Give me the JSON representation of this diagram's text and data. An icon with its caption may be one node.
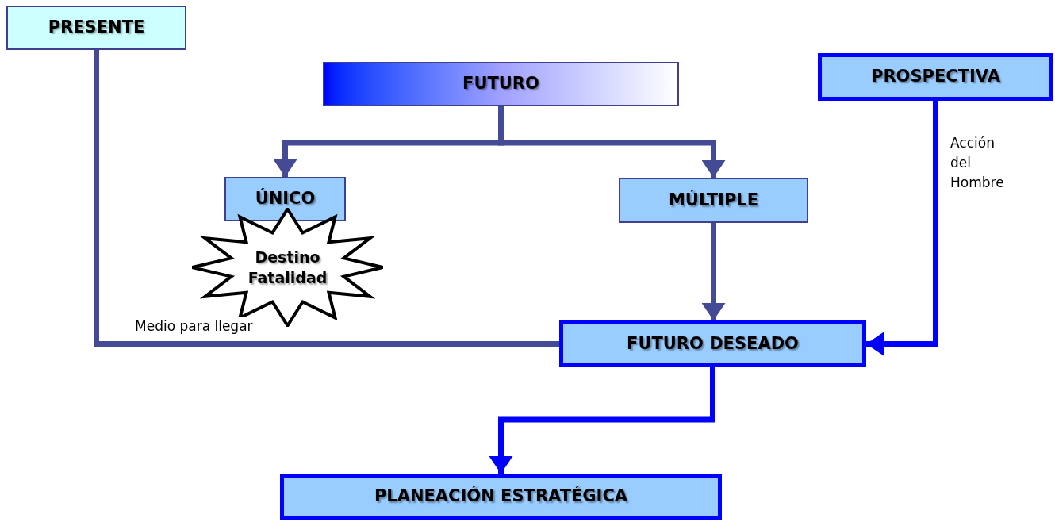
{
  "diagram": {
    "nodes": [
      {
        "text": [
          "PRESENTE"
        ]
      },
      {
        "text": [
          "FUTURO"
        ]
      },
      {
        "text": [
          "ÚNICO"
        ]
      },
      {
        "text": [
          "Destino Fatalidad"
        ]
      },
      {
        "text": [
          "MÚLTIPLE"
        ]
      },
      {
        "text": [
          "PROSPECTIVA"
        ]
      },
      {
        "text": [
          "FUTURO DESEADO"
        ]
      },
      {
        "text": [
          "PLANEACIÓN ESTRATÉGICA"
        ]
      }
    ],
    "edges": [
      {
        "from": 1,
        "to": 2,
        "arrow": "to"
      },
      {
        "from": 1,
        "to": 4,
        "arrow": "to"
      },
      {
        "from": 4,
        "to": 6,
        "arrow": "to"
      },
      {
        "from": 0,
        "to": 6,
        "arrow": "none",
        "label": "Medio para llegar"
      },
      {
        "from": 5,
        "to": 6,
        "arrow": "to",
        "label": "Acción del Hombre",
        "color": "#0000ff"
      },
      {
        "from": 6,
        "to": 7,
        "arrow": "to",
        "color": "#0000ff"
      }
    ]
  }
}
